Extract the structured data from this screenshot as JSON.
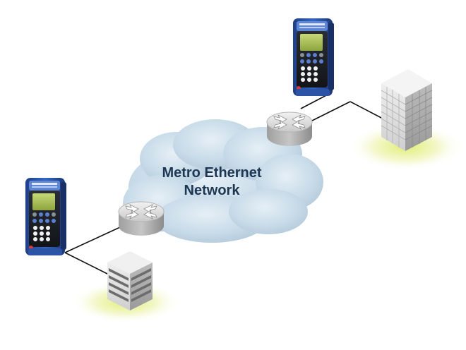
{
  "diagram": {
    "cloud": {
      "label_line1": "Metro Ethernet",
      "label_line2": "Network",
      "fill": "#c9dce9",
      "text_color": "#1d3752"
    },
    "nodes": [
      {
        "name": "handheld-tester",
        "icon": "handheld-tester-icon",
        "body_color": "#2e58a8"
      },
      {
        "name": "router",
        "icon": "router-icon",
        "color": "#c8c8c8"
      },
      {
        "name": "server-rack",
        "icon": "server-rack-icon",
        "color": "#bdbdbd"
      },
      {
        "name": "office-building",
        "icon": "building-icon",
        "color": "#d6d6d6"
      }
    ],
    "colors": {
      "glow": "#e2ee7a",
      "link": "#111111"
    }
  }
}
